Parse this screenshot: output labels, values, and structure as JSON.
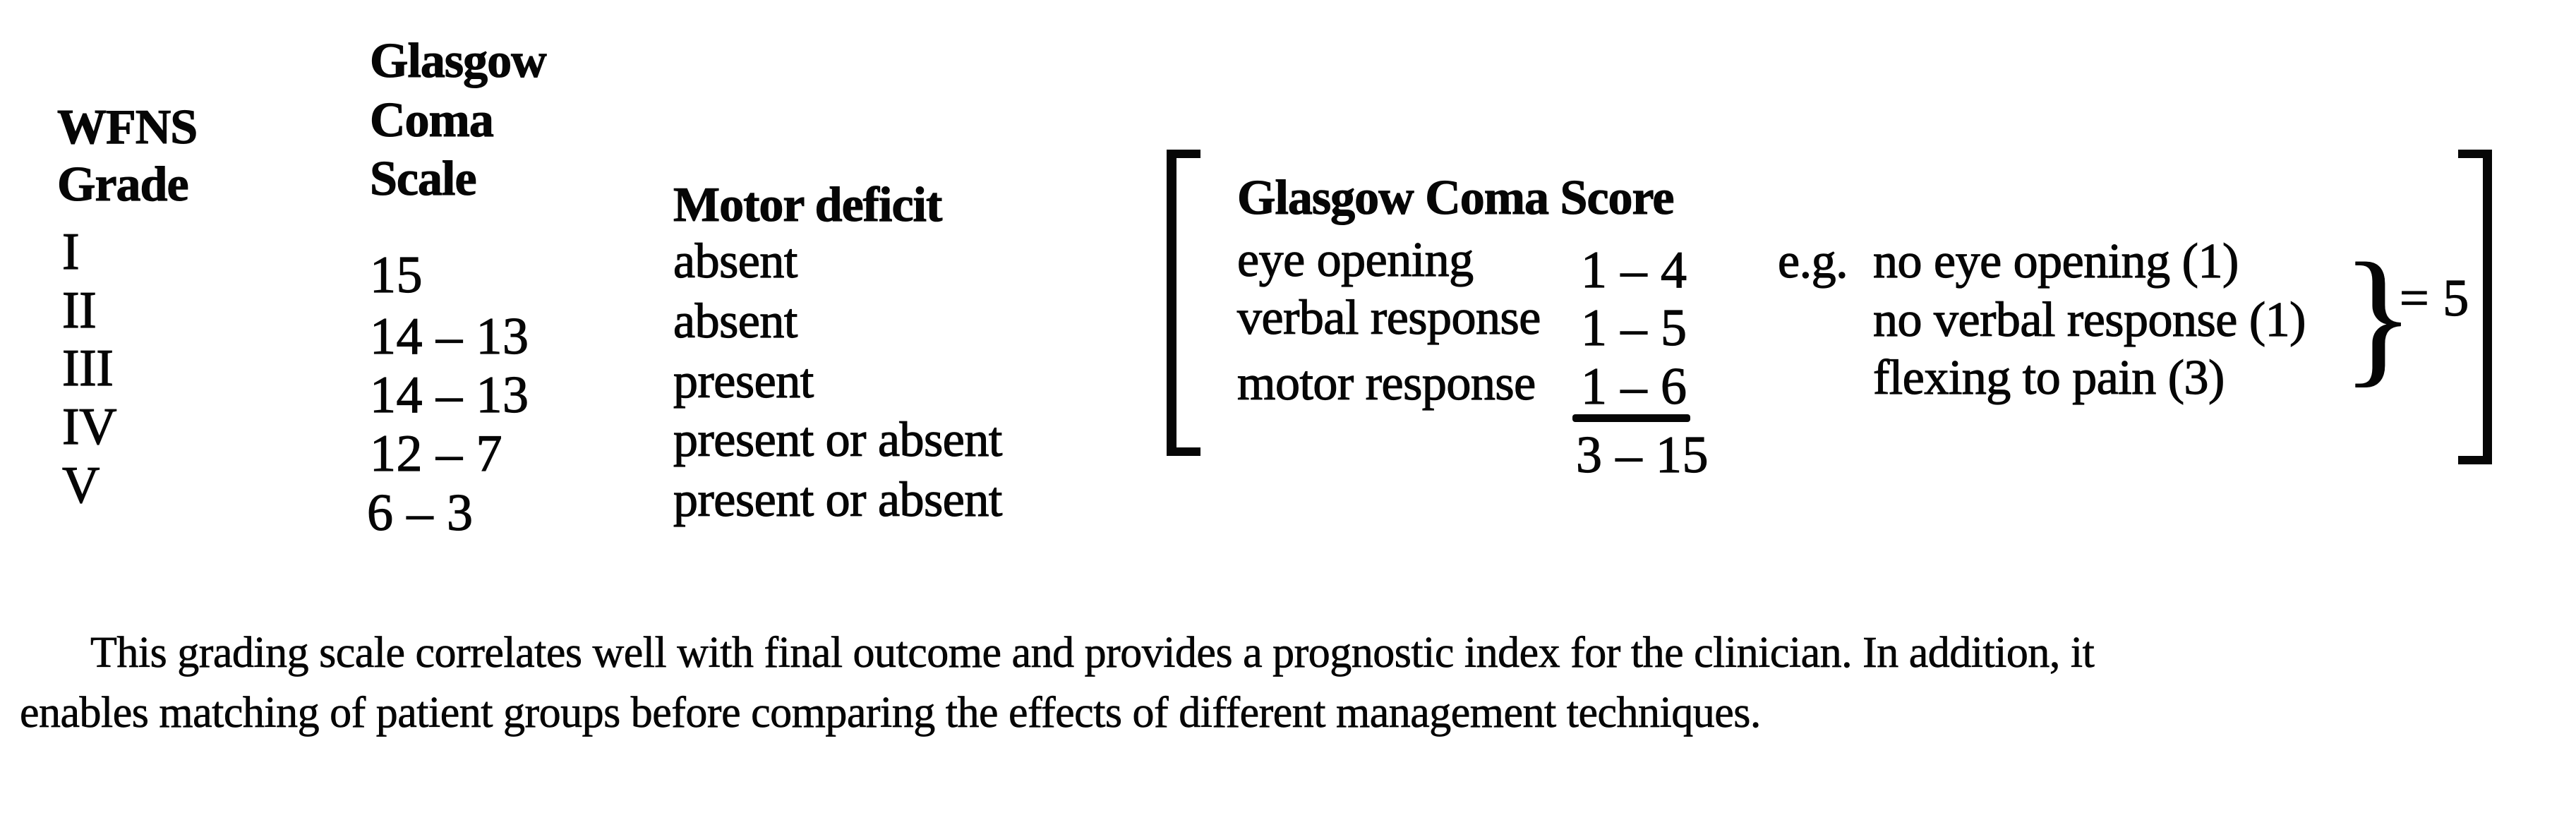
{
  "meta": {
    "background_color": "#ffffff",
    "ink_color": "#060606"
  },
  "wfns_table": {
    "grade_header": {
      "line1": "WFNS",
      "line2": "Grade"
    },
    "scale_header": {
      "line1": "Glasgow",
      "line2": "Coma",
      "line3": "Scale"
    },
    "motor_header": "Motor deficit",
    "grades": [
      "I",
      "II",
      "III",
      "IV",
      "V"
    ],
    "scale_values": [
      "15",
      "14 – 13",
      "14 – 13",
      "12 – 7",
      "6 – 3"
    ],
    "motor_values": [
      "absent",
      "absent",
      "present",
      "present or absent",
      "present or absent"
    ]
  },
  "gcs_panel": {
    "title": "Glasgow Coma Score",
    "components": [
      {
        "label": "eye opening",
        "range": "1 – 4"
      },
      {
        "label": "verbal response",
        "range": "1 – 5"
      },
      {
        "label": "motor response",
        "range": "1 – 6"
      }
    ],
    "total": "3 – 15",
    "example": {
      "prefix": "e.g.",
      "items": [
        "no eye opening (1)",
        "no verbal response (1)",
        "flexing to pain (3)"
      ],
      "brace": "}",
      "result": "= 5"
    }
  },
  "paragraph": {
    "line1": "This grading scale correlates well with final outcome and provides a prognostic index for the clinician. In addition, it",
    "line2": "enables matching of patient groups before comparing the effects of different management techniques."
  }
}
